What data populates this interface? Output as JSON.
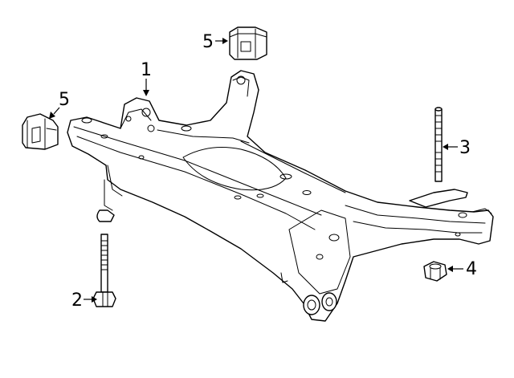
{
  "callouts": {
    "c1": "1",
    "c2": "2",
    "c3": "3",
    "c4": "4",
    "c5a": "5",
    "c5b": "5"
  },
  "colors": {
    "line": "#000000",
    "background": "#ffffff"
  }
}
